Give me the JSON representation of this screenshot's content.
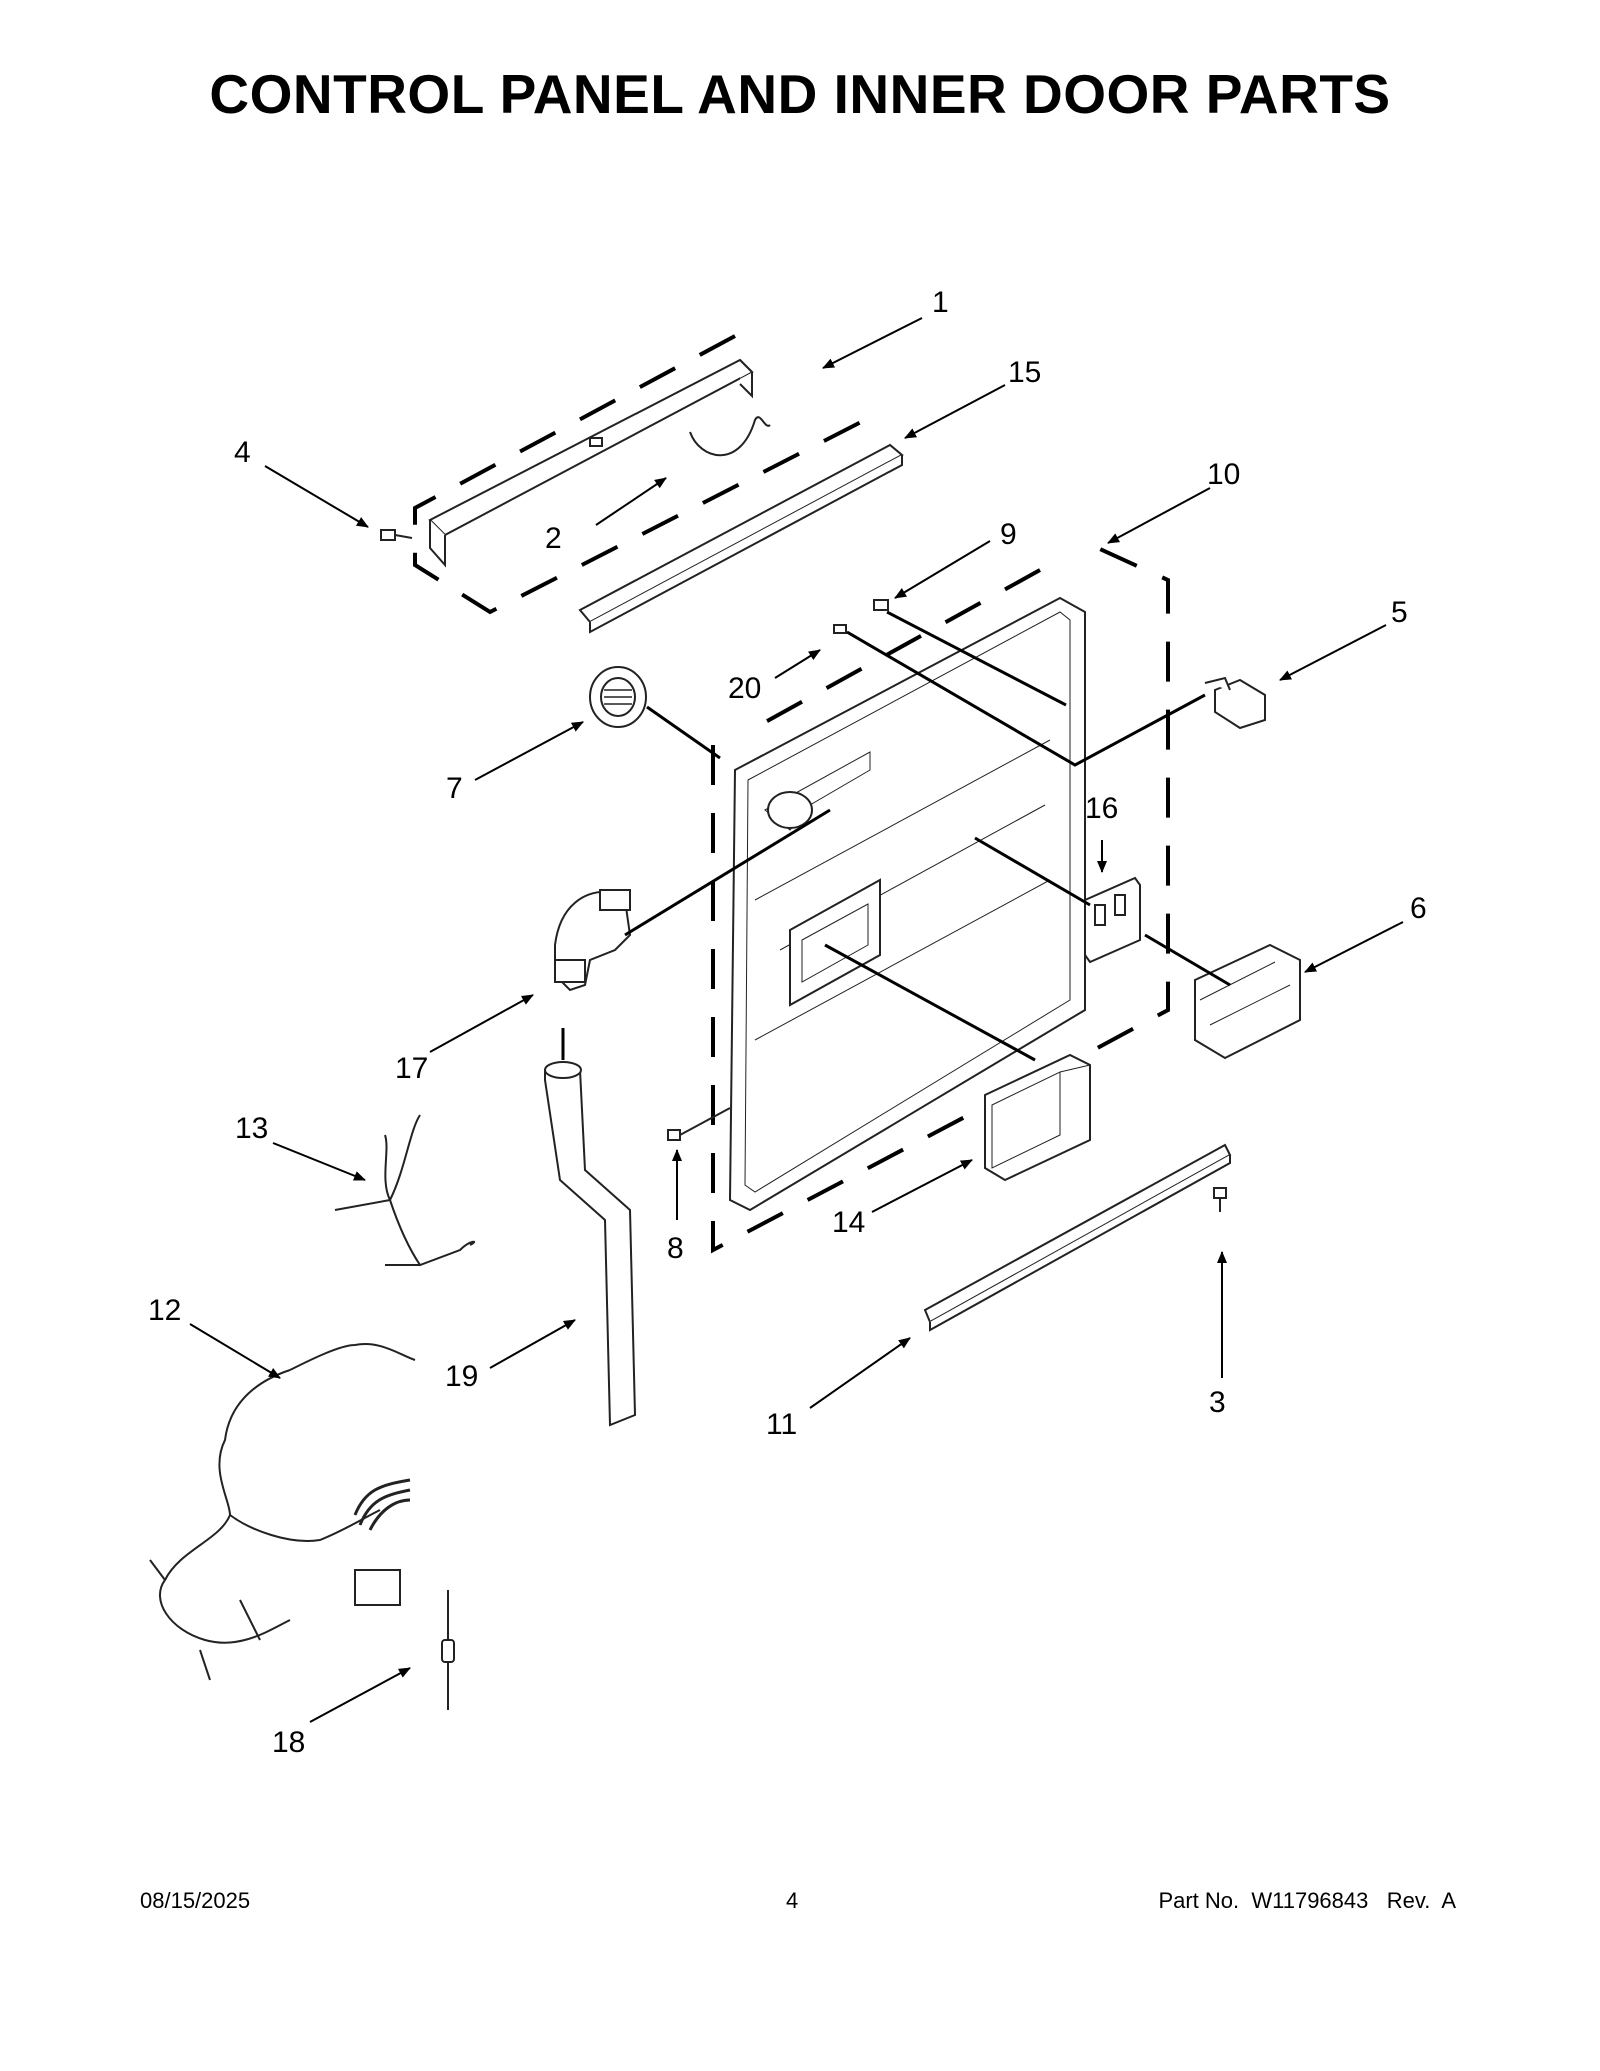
{
  "title": "CONTROL PANEL AND INNER DOOR PARTS",
  "callouts": [
    "1",
    "2",
    "3",
    "4",
    "5",
    "6",
    "7",
    "8",
    "9",
    "10",
    "11",
    "12",
    "13",
    "14",
    "15",
    "16",
    "17",
    "18",
    "19",
    "20"
  ],
  "footer": {
    "date": "08/15/2025",
    "page": "4",
    "part": "Part No.  W11796843   Rev.  A"
  }
}
